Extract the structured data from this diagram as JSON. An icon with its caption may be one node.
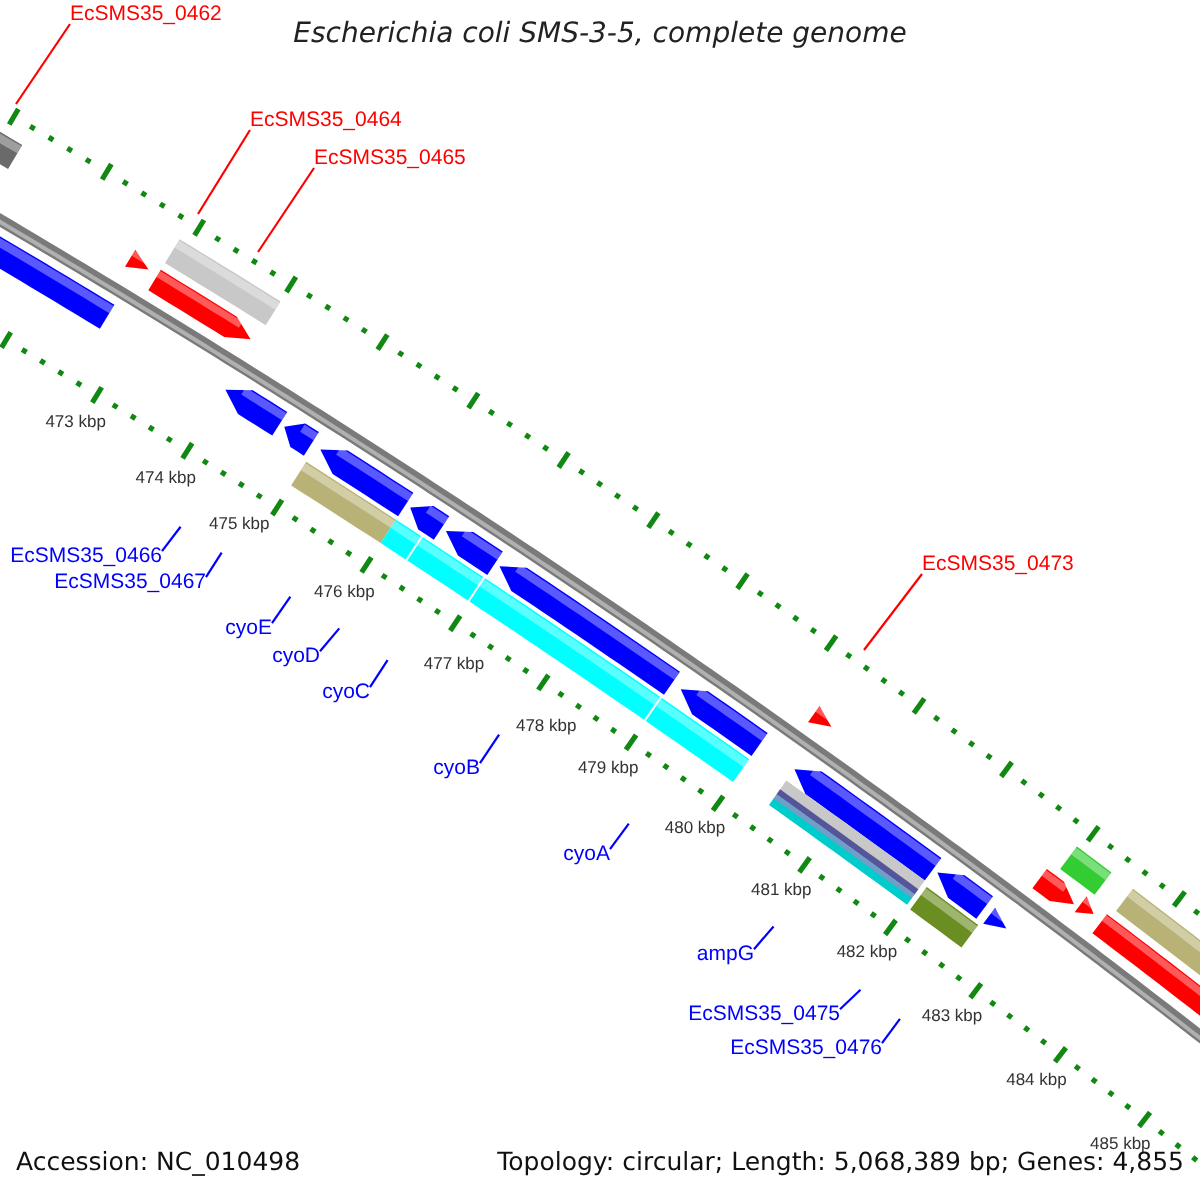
{
  "diagram": {
    "title": "Escherichia coli SMS-3-5, complete genome",
    "nodes": [
      {
        "text": [
          "EcSMS35_0462"
        ]
      },
      {
        "text": [
          "EcSMS35_0464"
        ]
      },
      {
        "text": [
          "EcSMS35_0465"
        ]
      },
      {
        "text": [
          "EcSMS35_0473"
        ]
      },
      {
        "text": [
          "EcSMS35_0466"
        ]
      },
      {
        "text": [
          "EcSMS35_0467"
        ]
      },
      {
        "text": [
          "cyoE"
        ]
      },
      {
        "text": [
          "cyoD"
        ]
      },
      {
        "text": [
          "cyoC"
        ]
      },
      {
        "text": [
          "cyoB"
        ]
      },
      {
        "text": [
          "cyoA"
        ]
      },
      {
        "text": [
          "ampG"
        ]
      },
      {
        "text": [
          "EcSMS35_0475"
        ]
      },
      {
        "text": [
          "EcSMS35_0476"
        ]
      }
    ],
    "edges": [
      {
        "from": 0,
        "to": null,
        "arrow": "none",
        "color": "#ff0000"
      },
      {
        "from": 1,
        "to": null,
        "arrow": "none",
        "color": "#ff0000"
      },
      {
        "from": 2,
        "to": null,
        "arrow": "none",
        "color": "#ff0000"
      },
      {
        "from": 3,
        "to": null,
        "arrow": "none",
        "color": "#ff0000"
      },
      {
        "from": 4,
        "to": null,
        "arrow": "none"
      },
      {
        "from": 5,
        "to": null,
        "arrow": "none"
      },
      {
        "from": 6,
        "to": null,
        "arrow": "none"
      },
      {
        "from": 7,
        "to": null,
        "arrow": "none"
      },
      {
        "from": 8,
        "to": null,
        "arrow": "none"
      },
      {
        "from": 9,
        "to": null,
        "arrow": "none"
      },
      {
        "from": 10,
        "to": null,
        "arrow": "none"
      },
      {
        "from": 11,
        "to": null,
        "arrow": "none"
      },
      {
        "from": 12,
        "to": null,
        "arrow": "none"
      },
      {
        "from": 13,
        "to": null,
        "arrow": "none"
      }
    ],
    "labels": [
      "473 kbp",
      "474 kbp",
      "475 kbp",
      "476 kbp",
      "477 kbp",
      "478 kbp",
      "479 kbp",
      "480 kbp",
      "481 kbp",
      "482 kbp",
      "483 kbp",
      "484 kbp",
      "485 kbp",
      "Accession: NC_010498",
      "Topology: circular; Length: 5,068,389 bp; Genes: 4,855"
    ]
  }
}
